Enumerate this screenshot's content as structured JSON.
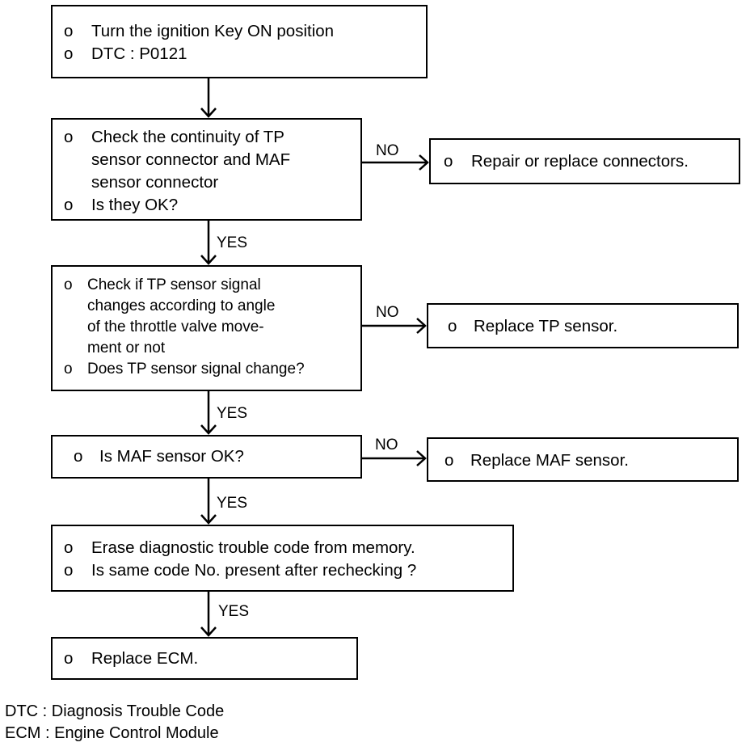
{
  "steps": [
    {
      "items": [
        "Turn the ignition Key ON position",
        "DTC : P0121"
      ]
    },
    {
      "items": [
        "Check the continuity of TP\nsensor connector and MAF\nsensor connector",
        "Is they OK?"
      ]
    },
    {
      "items": [
        "Check if TP sensor signal\nchanges according to angle\nof the throttle valve move-\nment or not",
        "Does TP sensor signal change?"
      ]
    },
    {
      "items": [
        "Is MAF sensor OK?"
      ]
    },
    {
      "items": [
        "Erase diagnostic trouble code from memory.",
        "Is same code No. present after rechecking ?"
      ]
    },
    {
      "items": [
        "Replace ECM."
      ]
    }
  ],
  "side_actions": [
    {
      "text": "Repair or replace connectors."
    },
    {
      "text": "Replace TP sensor."
    },
    {
      "text": "Replace MAF sensor."
    }
  ],
  "bullet": "o",
  "labels": {
    "yes": "YES",
    "no": "NO"
  },
  "legend": {
    "dtc": "DTC : Diagnosis Trouble Code",
    "ecm": "ECM : Engine Control Module"
  }
}
